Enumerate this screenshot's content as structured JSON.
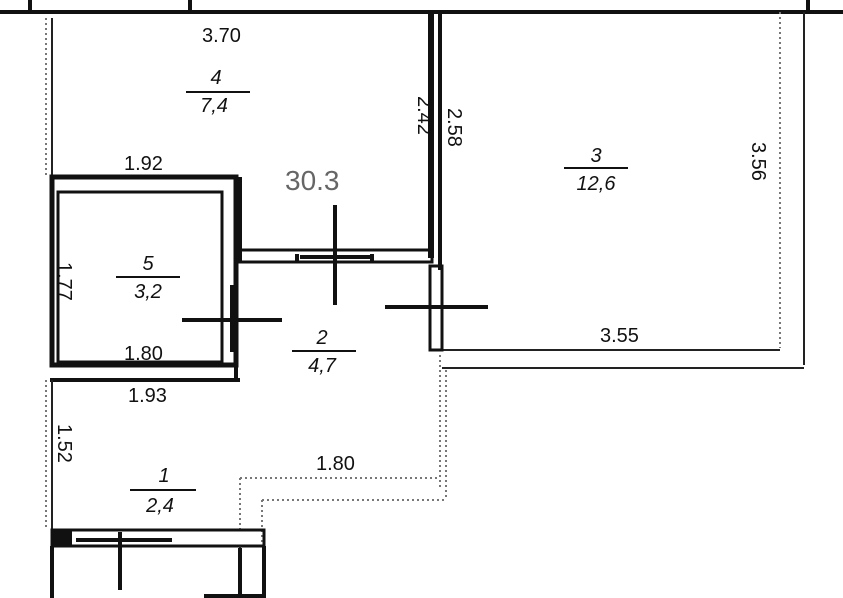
{
  "total_area": "30.3",
  "rooms": [
    {
      "number": "4",
      "area": "7,4"
    },
    {
      "number": "3",
      "area": "12,6"
    },
    {
      "number": "5",
      "area": "3,2"
    },
    {
      "number": "2",
      "area": "4,7"
    },
    {
      "number": "1",
      "area": "2,4"
    }
  ],
  "dimensions": {
    "room4_top": "3.70",
    "room4_right": "2.42",
    "room3_left": "2.58",
    "room3_right": "3.56",
    "room3_bottom": "3.55",
    "room5_top": "1.92",
    "room5_left": "1.77",
    "room5_bottom_inner": "1.80",
    "room5_bottom_outer": "1.93",
    "hall_left": "1.52",
    "hall_bottom": "1.80"
  }
}
